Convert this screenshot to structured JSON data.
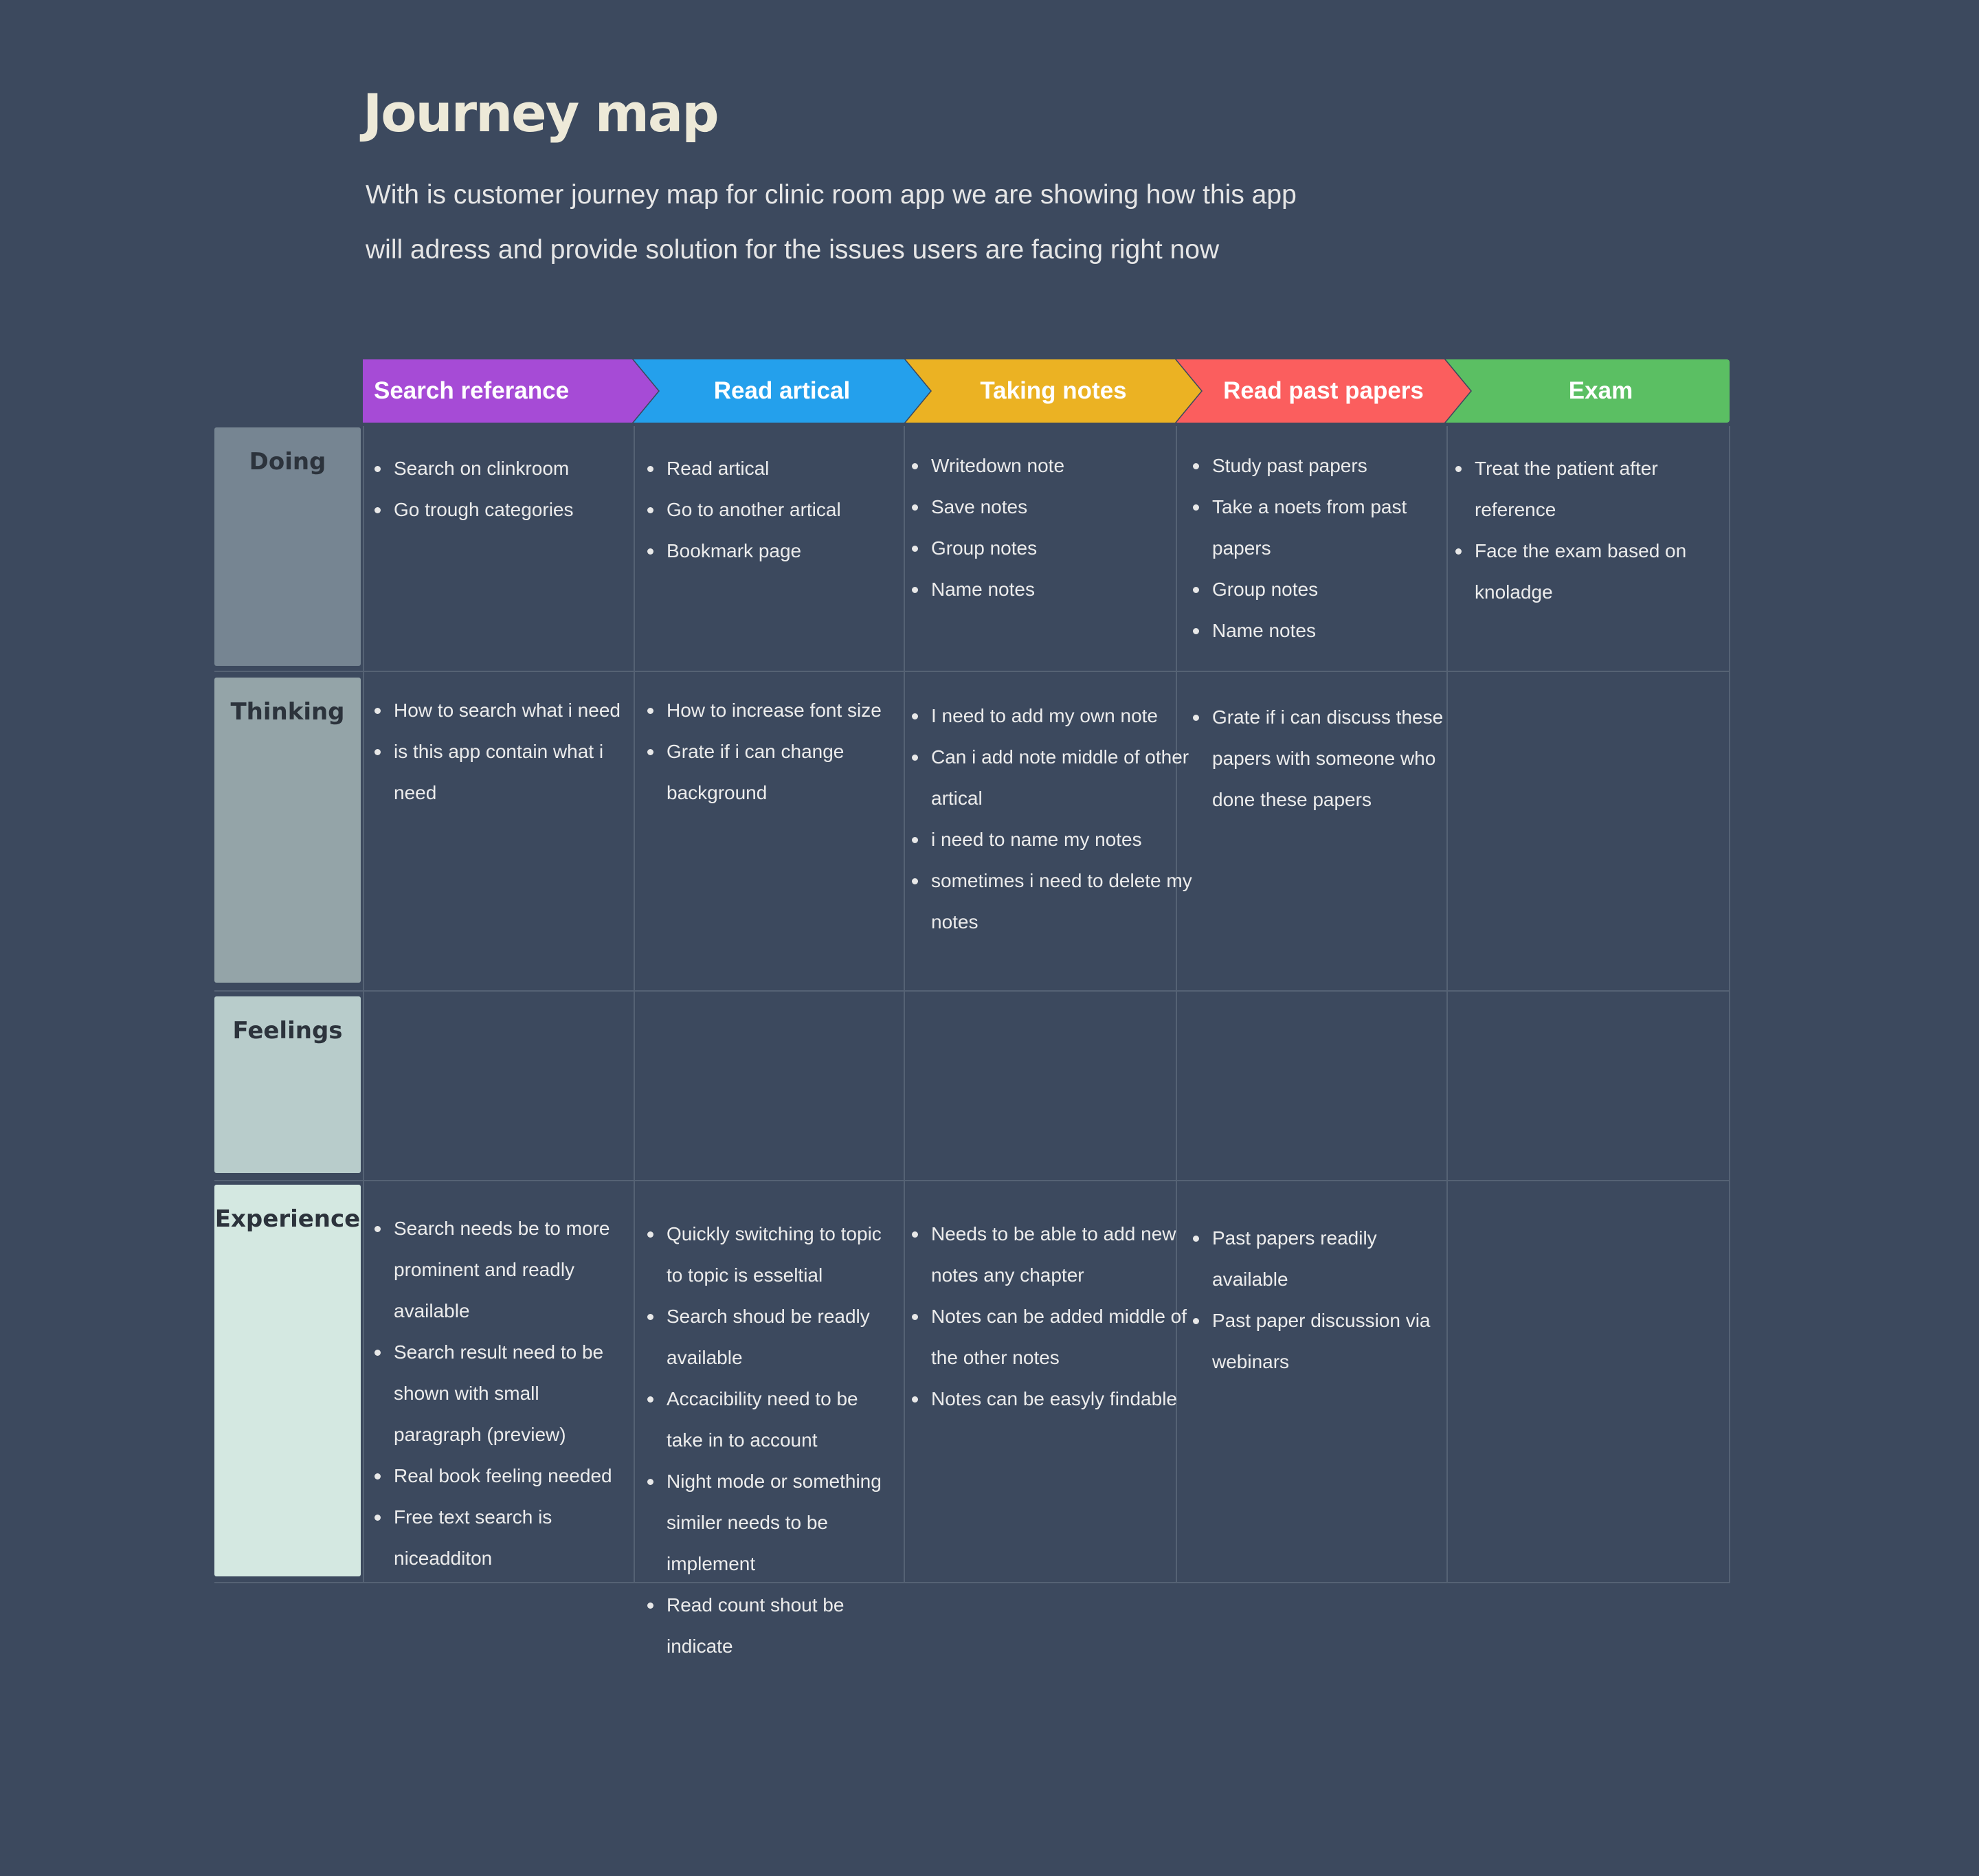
{
  "title": "Journey map",
  "subtitle_lines": [
    "With is customer journey map for clinic room app we are showing how this app",
    "will adress and provide solution for the issues users are facing right now"
  ],
  "stages": [
    {
      "label": "Search referance",
      "color": "#a64bd6"
    },
    {
      "label": "Read artical",
      "color": "#24a0ec"
    },
    {
      "label": "Taking notes",
      "color": "#ebb223"
    },
    {
      "label": "Read past papers",
      "color": "#fb5e5e"
    },
    {
      "label": "Exam",
      "color": "#5bbf63"
    }
  ],
  "rows": [
    {
      "label": "Doing",
      "color": "#768592",
      "cells": [
        [
          "Search on clinkroom",
          "Go trough categories"
        ],
        [
          "Read artical",
          "Go to another artical",
          "Bookmark page"
        ],
        [
          "Writedown note",
          "Save notes",
          "Group notes",
          "Name notes"
        ],
        [
          "Study past papers",
          "Take a noets from past papers",
          "Group notes",
          "Name notes"
        ],
        [
          "Treat the patient after reference",
          "Face the exam based on knoladge"
        ]
      ]
    },
    {
      "label": "Thinking",
      "color": "#94a4a8",
      "cells": [
        [
          "How to search what i need",
          "is this app contain what i need"
        ],
        [
          "How to increase font size",
          "Grate if i can change background"
        ],
        [
          "I need to add my own note",
          "Can i add note middle of other artical",
          "i need to name my notes",
          "sometimes i need to delete my notes"
        ],
        [
          "Grate if i can discuss these papers with someone who  done these papers"
        ],
        []
      ]
    },
    {
      "label": "Feelings",
      "color": "#b8cccb",
      "cells": [
        [],
        [],
        [],
        [],
        []
      ]
    },
    {
      "label": "Experience",
      "color": "#d4e8e1",
      "cells": [
        [
          "Search needs be to more prominent and readly available",
          "Search result need to be shown with small paragraph (preview)",
          "Real book feeling needed",
          "Free text search is niceadditon"
        ],
        [
          "Quickly switching to topic to topic is esseltial",
          "Search shoud be readly available",
          "Accacibility need to be take in to account",
          "Night mode or something similer needs to be implement",
          "Read count shout be indicate"
        ],
        [
          "Needs to be able to add new notes any chapter",
          "Notes can be added middle of the other notes",
          "Notes can be easyly findable"
        ],
        [
          "Past papers readily available",
          "Past paper discussion via webinars"
        ],
        []
      ]
    }
  ]
}
